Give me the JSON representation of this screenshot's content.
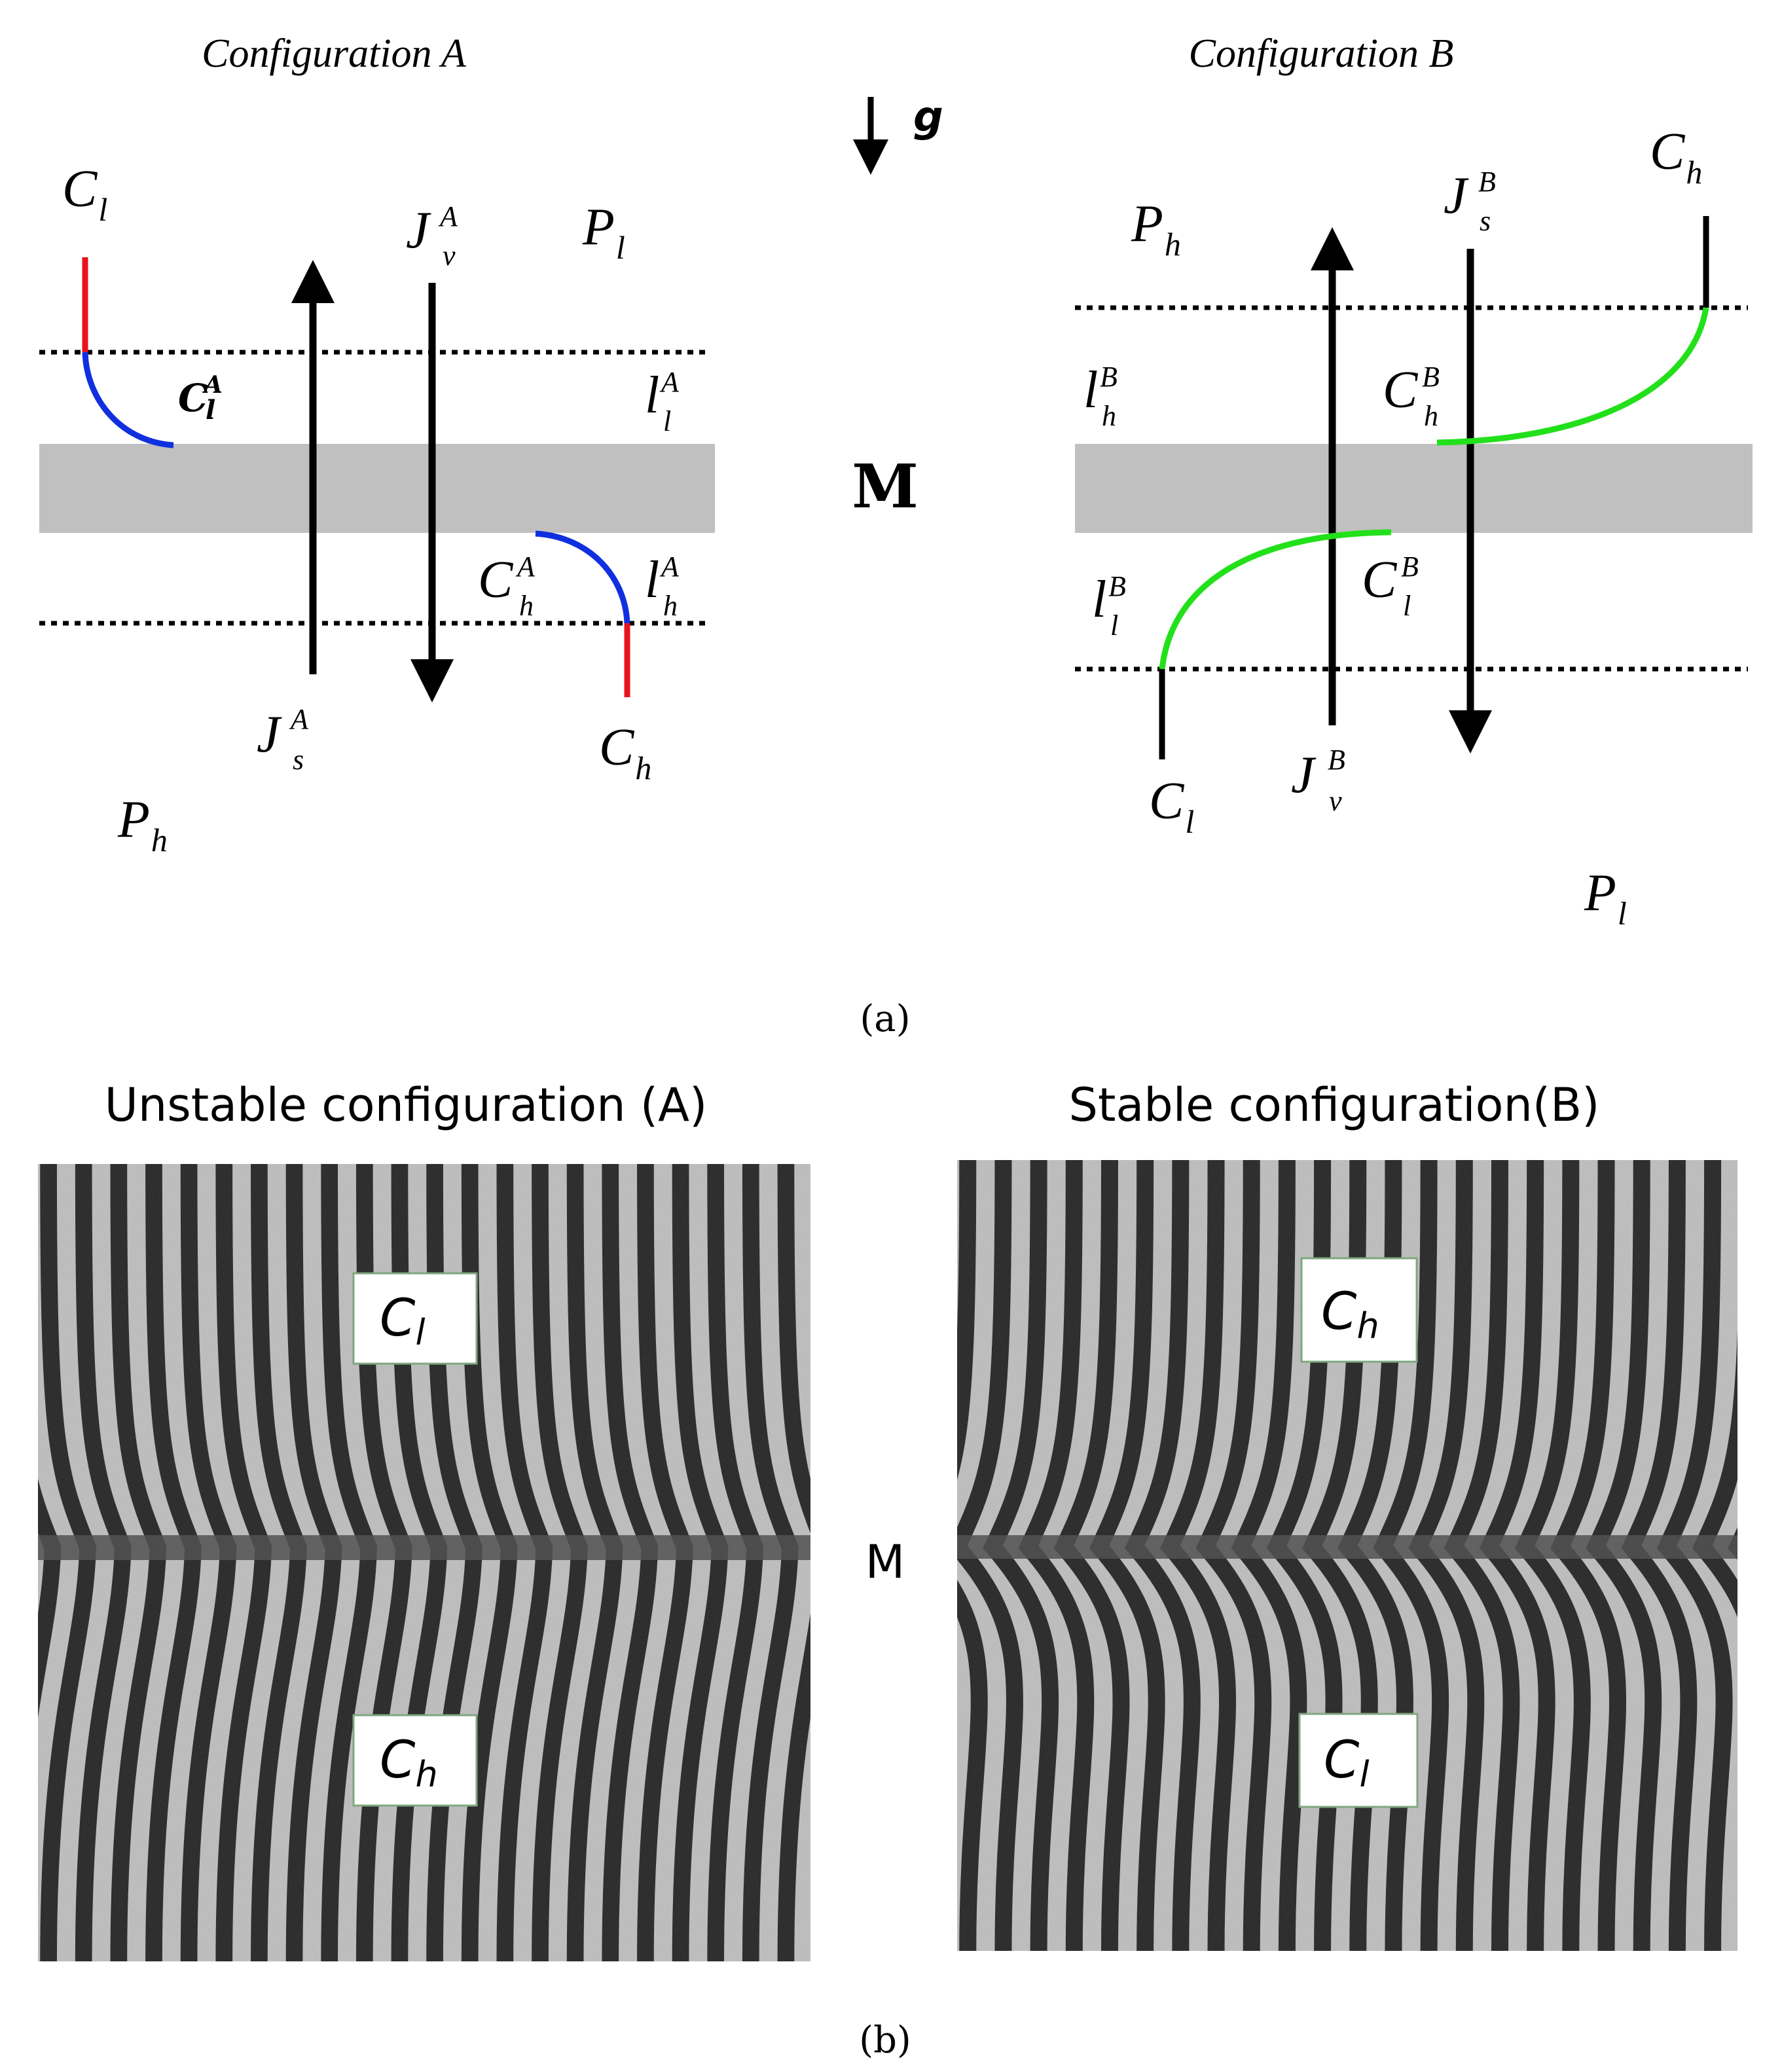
{
  "panel_a": {
    "caption": "(a)",
    "config_a": {
      "title": "Configuration A",
      "labels": {
        "c_l_top": {
          "base": "C",
          "sub": "l"
        },
        "j_v": {
          "base": "J",
          "sup": "A",
          "sub": "v"
        },
        "p_l": {
          "base": "P",
          "sub": "l"
        },
        "c_l_a": {
          "base": "C",
          "sup": "A",
          "sub": "l"
        },
        "l_l_a": {
          "base": "l",
          "sup": "A",
          "sub": "l"
        },
        "c_h_a": {
          "base": "C",
          "sup": "A",
          "sub": "h"
        },
        "l_h_a": {
          "base": "l",
          "sup": "A",
          "sub": "h"
        },
        "j_s": {
          "base": "J",
          "sup": "A",
          "sub": "s"
        },
        "c_h_bottom": {
          "base": "C",
          "sub": "h"
        },
        "p_h": {
          "base": "P",
          "sub": "h"
        }
      }
    },
    "gravity": {
      "label": "g"
    },
    "membrane_label": "M",
    "config_b": {
      "title": "Configuration B",
      "labels": {
        "c_h_top": {
          "base": "C",
          "sub": "h"
        },
        "j_s": {
          "base": "J",
          "sup": "B",
          "sub": "s"
        },
        "p_h": {
          "base": "P",
          "sub": "h"
        },
        "l_h_b": {
          "base": "l",
          "sup": "B",
          "sub": "h"
        },
        "c_h_b": {
          "base": "C",
          "sup": "B",
          "sub": "h"
        },
        "l_l_b": {
          "base": "l",
          "sup": "B",
          "sub": "l"
        },
        "c_l_b": {
          "base": "C",
          "sup": "B",
          "sub": "l"
        },
        "c_l_bottom": {
          "base": "C",
          "sub": "l"
        },
        "j_v": {
          "base": "J",
          "sup": "B",
          "sub": "v"
        },
        "p_l": {
          "base": "P",
          "sub": "l"
        }
      }
    },
    "colors": {
      "stem_a": "#e8141c",
      "curve_a": "#1030e0",
      "curve_b": "#22e01a",
      "membrane": "#c0c0c0",
      "ink": "#000000"
    }
  },
  "panel_b": {
    "caption": "(b)",
    "membrane_label": "M",
    "left": {
      "title": "Unstable configuration (A)",
      "box_top": {
        "base": "C",
        "sub": "l"
      },
      "box_bottom": {
        "base": "C",
        "sub": "h"
      }
    },
    "right": {
      "title": "Stable configuration(B)",
      "box_top": {
        "base": "C",
        "sub": "h"
      },
      "box_bottom": {
        "base": "C",
        "sub": "l"
      }
    }
  }
}
